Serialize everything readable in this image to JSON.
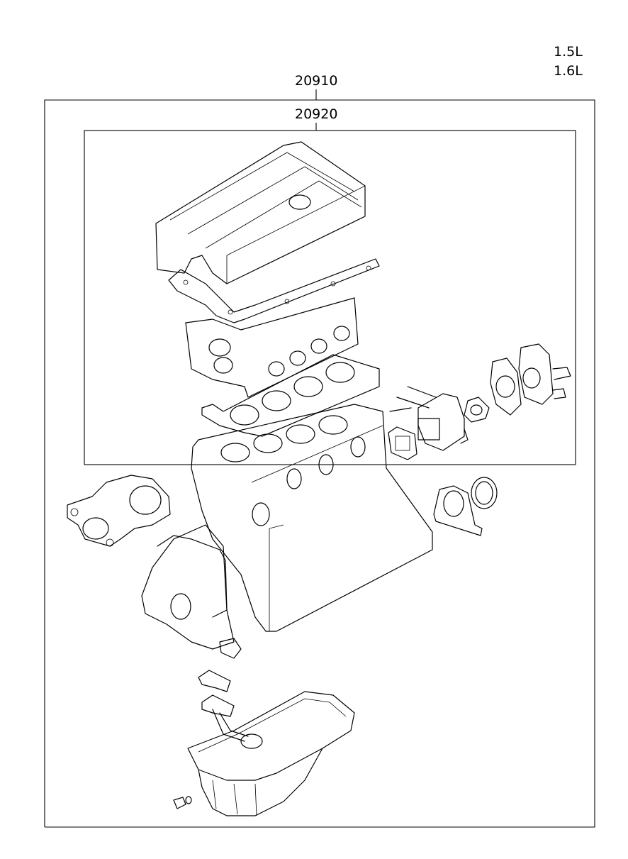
{
  "engine_variants": [
    "1.5L",
    "1.6L"
  ],
  "parts": {
    "outer_kit": "20910",
    "inner_kit": "20920"
  },
  "colors": {
    "line": "#000000",
    "background": "#ffffff"
  }
}
